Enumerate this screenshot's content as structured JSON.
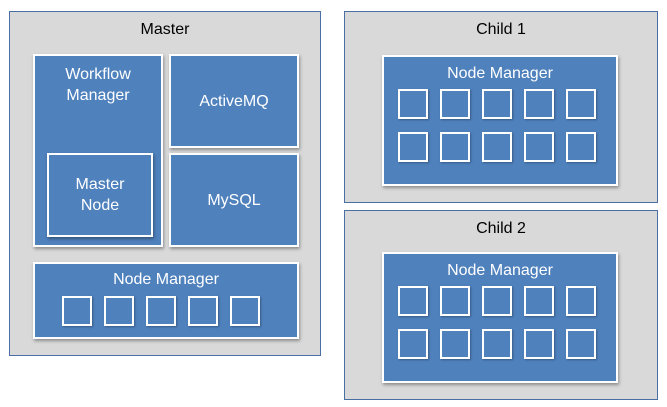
{
  "master": {
    "title": "Master",
    "workflow_manager": "Workflow Manager",
    "master_node": "Master Node",
    "activemq": "ActiveMQ",
    "mysql": "MySQL",
    "node_manager": {
      "label": "Node Manager",
      "cells": 5
    }
  },
  "child1": {
    "title": "Child 1",
    "node_manager": {
      "label": "Node Manager",
      "cells": 10
    }
  },
  "child2": {
    "title": "Child 2",
    "node_manager": {
      "label": "Node Manager",
      "cells": 10
    }
  },
  "colors": {
    "box_fill": "#4f81bd",
    "panel_fill": "#d9d9d9",
    "panel_border": "#4a6fa5"
  }
}
